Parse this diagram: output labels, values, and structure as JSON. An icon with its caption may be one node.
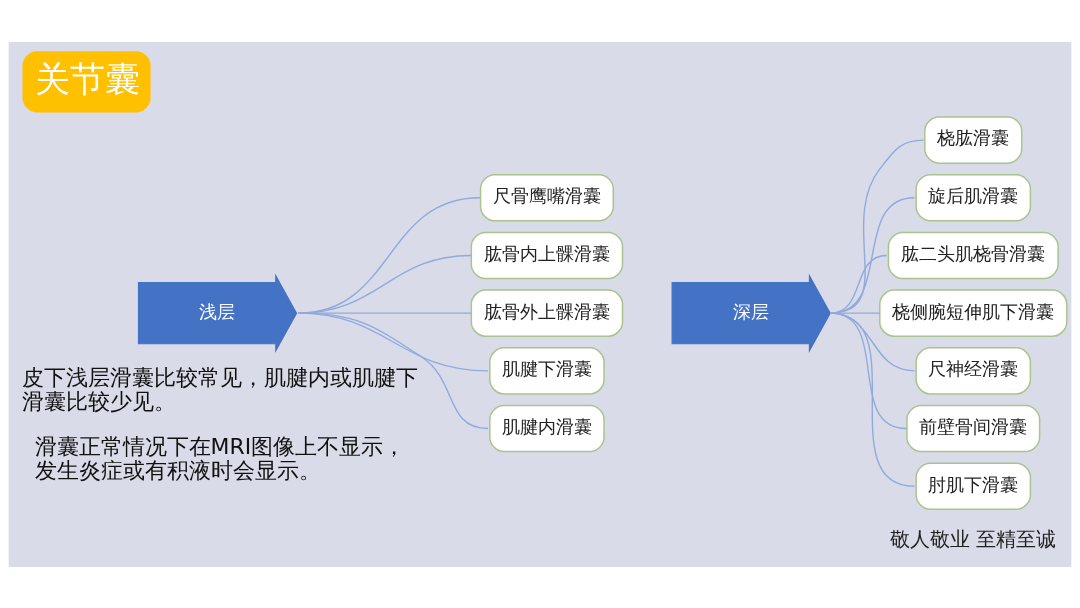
{
  "diagram": {
    "title": "关节囊",
    "nodes": [
      {
        "text": [
          "浅层"
        ]
      },
      {
        "text": [
          "尺骨鹰嘴滑囊"
        ]
      },
      {
        "text": [
          "肱骨内上髁滑囊"
        ]
      },
      {
        "text": [
          "肱骨外上髁滑囊"
        ]
      },
      {
        "text": [
          "肌腱下滑囊"
        ]
      },
      {
        "text": [
          "肌腱内滑囊"
        ]
      },
      {
        "text": [
          "深层"
        ]
      },
      {
        "text": [
          "桡肱滑囊"
        ]
      },
      {
        "text": [
          "旋后肌滑囊"
        ]
      },
      {
        "text": [
          "肱二头肌桡骨滑囊"
        ]
      },
      {
        "text": [
          "桡侧腕短伸肌下滑囊"
        ]
      },
      {
        "text": [
          "尺神经滑囊"
        ]
      },
      {
        "text": [
          "前壁骨间滑囊"
        ]
      },
      {
        "text": [
          "肘肌下滑囊"
        ]
      }
    ],
    "edges": [
      {
        "from": 0,
        "to": 1,
        "arrow": "none"
      },
      {
        "from": 0,
        "to": 2,
        "arrow": "none"
      },
      {
        "from": 0,
        "to": 3,
        "arrow": "none"
      },
      {
        "from": 0,
        "to": 4,
        "arrow": "none"
      },
      {
        "from": 0,
        "to": 5,
        "arrow": "none"
      },
      {
        "from": 6,
        "to": 7,
        "arrow": "none"
      },
      {
        "from": 6,
        "to": 8,
        "arrow": "none"
      },
      {
        "from": 6,
        "to": 9,
        "arrow": "none"
      },
      {
        "from": 6,
        "to": 10,
        "arrow": "none"
      },
      {
        "from": 6,
        "to": 11,
        "arrow": "none"
      },
      {
        "from": 6,
        "to": 12,
        "arrow": "none"
      },
      {
        "from": 6,
        "to": 13,
        "arrow": "none"
      }
    ],
    "labels": [
      "皮下浅层滑囊比较常见，肌腱内或肌腱下滑囊比较少见。",
      "滑囊正常情况下在MRI图像上不显示，发生炎症或有积液时会显示。",
      "敬人敬业 至精至诚"
    ]
  }
}
